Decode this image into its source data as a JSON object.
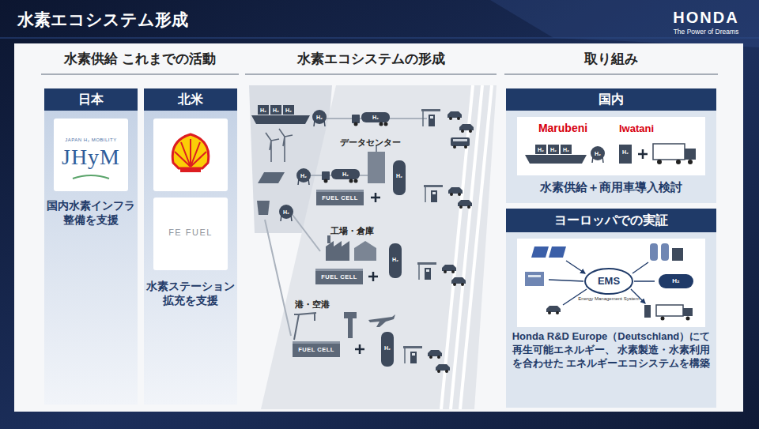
{
  "diagram": {
    "title": "水素エコシステム形成",
    "nodes": [
      {
        "text": [
          "水素供給 これまでの活動"
        ]
      },
      {
        "text": [
          "日本",
          "国内水素インフラ整備を支援"
        ],
        "in": 0
      },
      {
        "text": [
          "JAPAN H₂ MOBILITY",
          "JHyM"
        ],
        "in": 1
      },
      {
        "text": [
          "北米",
          "水素ステーション拡充を支援"
        ],
        "in": 0
      },
      {
        "text": [
          "FE FUEL"
        ],
        "in": 3
      },
      {
        "text": [
          "水素エコシステムの形成"
        ]
      },
      {
        "text": [
          "取り組み"
        ]
      },
      {
        "text": [
          "国内",
          "水素供給＋商用車導入検討"
        ],
        "in": 6
      },
      {
        "text": [
          "ヨーロッパでの実証",
          "Honda R&D Europe（Deutschland）にて 再生可能エネルギー、 水素製造・水素利用を合わせた エネルギーエコシステムを構築"
        ],
        "in": 6
      },
      {
        "text": [
          "EMS",
          "Energy Management System"
        ],
        "in": 8
      }
    ],
    "labels": [
      "HONDA",
      "The Power of Dreams",
      "H₂",
      "H₂",
      "H₂",
      "H₂",
      "H₂",
      "データセンター",
      "H₂",
      "H₂",
      "H₂",
      "FUEL CELL",
      "H₂",
      "工場・倉庫",
      "H₂",
      "FUEL CELL",
      "港・空港",
      "H₂",
      "FUEL CELL",
      "Marubeni",
      "Iwatani",
      "H₂",
      "H₂",
      "H₂",
      "H₂",
      "H₂",
      "H₂"
    ]
  }
}
